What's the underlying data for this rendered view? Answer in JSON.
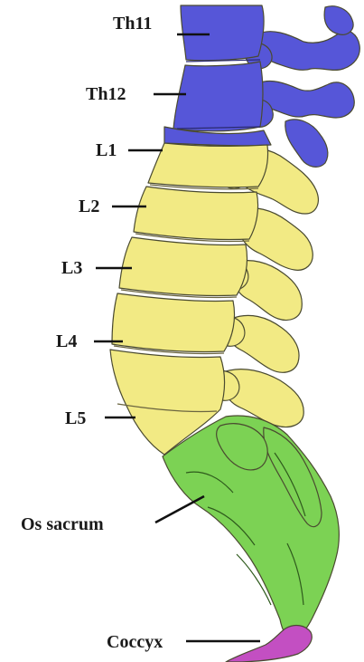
{
  "labels": {
    "th11": "Th11",
    "th12": "Th12",
    "l1": "L1",
    "l2": "L2",
    "l3": "L3",
    "l4": "L4",
    "l5": "L5",
    "sacrum": "Os sacrum",
    "coccyx": "Coccyx"
  },
  "colors": {
    "thoracic": "#5656d8",
    "lumbar": "#f2ea84",
    "sacrum": "#7cd254",
    "coccyx": "#c34fc2",
    "background": "#ffffff"
  }
}
